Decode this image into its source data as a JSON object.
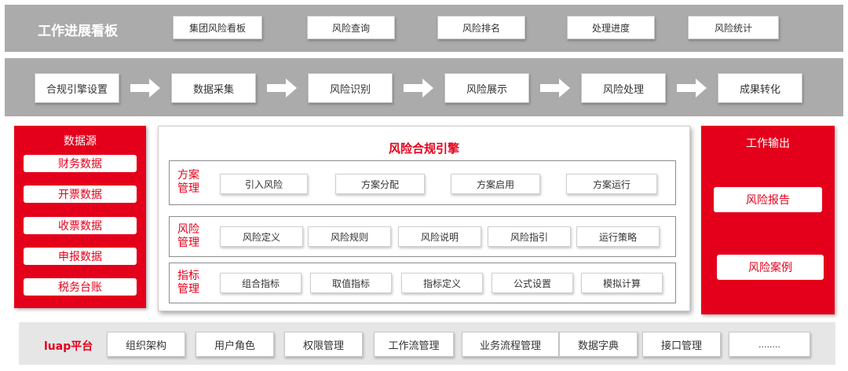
{
  "top_bar": {
    "title": "工作进展看板",
    "items": [
      "集团风险看板",
      "风险查询",
      "风险排名",
      "处理进度",
      "风险统计"
    ]
  },
  "flow_bar": {
    "steps": [
      "合规引擎设置",
      "数据采集",
      "风险识别",
      "风险展示",
      "风险处理",
      "成果转化"
    ]
  },
  "data_source": {
    "title": "数据源",
    "items": [
      "财务数据",
      "开票数据",
      "收票数据",
      "申报数据",
      "税务台账"
    ]
  },
  "engine": {
    "title": "风险合规引擎",
    "groups": [
      {
        "label": [
          "方案",
          "管理"
        ],
        "items": [
          "引入风险",
          "方案分配",
          "方案启用",
          "方案运行"
        ]
      },
      {
        "label": [
          "风险",
          "管理"
        ],
        "items": [
          "风险定义",
          "风险规则",
          "风险说明",
          "风险指引",
          "运行策略"
        ]
      },
      {
        "label": [
          "指标",
          "管理"
        ],
        "items": [
          "组合指标",
          "取值指标",
          "指标定义",
          "公式设置",
          "模拟计算"
        ]
      }
    ]
  },
  "work_output": {
    "title": "工作输出",
    "items": [
      "风险报告",
      "风险案例"
    ]
  },
  "bottom_bar": {
    "title": "luap平台",
    "items": [
      "组织架构",
      "用户角色",
      "权限管理",
      "工作流管理",
      "业务流程管理",
      "数据字典",
      "接口管理",
      "........"
    ]
  },
  "colors": {
    "accent_red": "#e4001b",
    "band_gray": "#ababab",
    "bottom_gray": "#e6e6e6"
  }
}
